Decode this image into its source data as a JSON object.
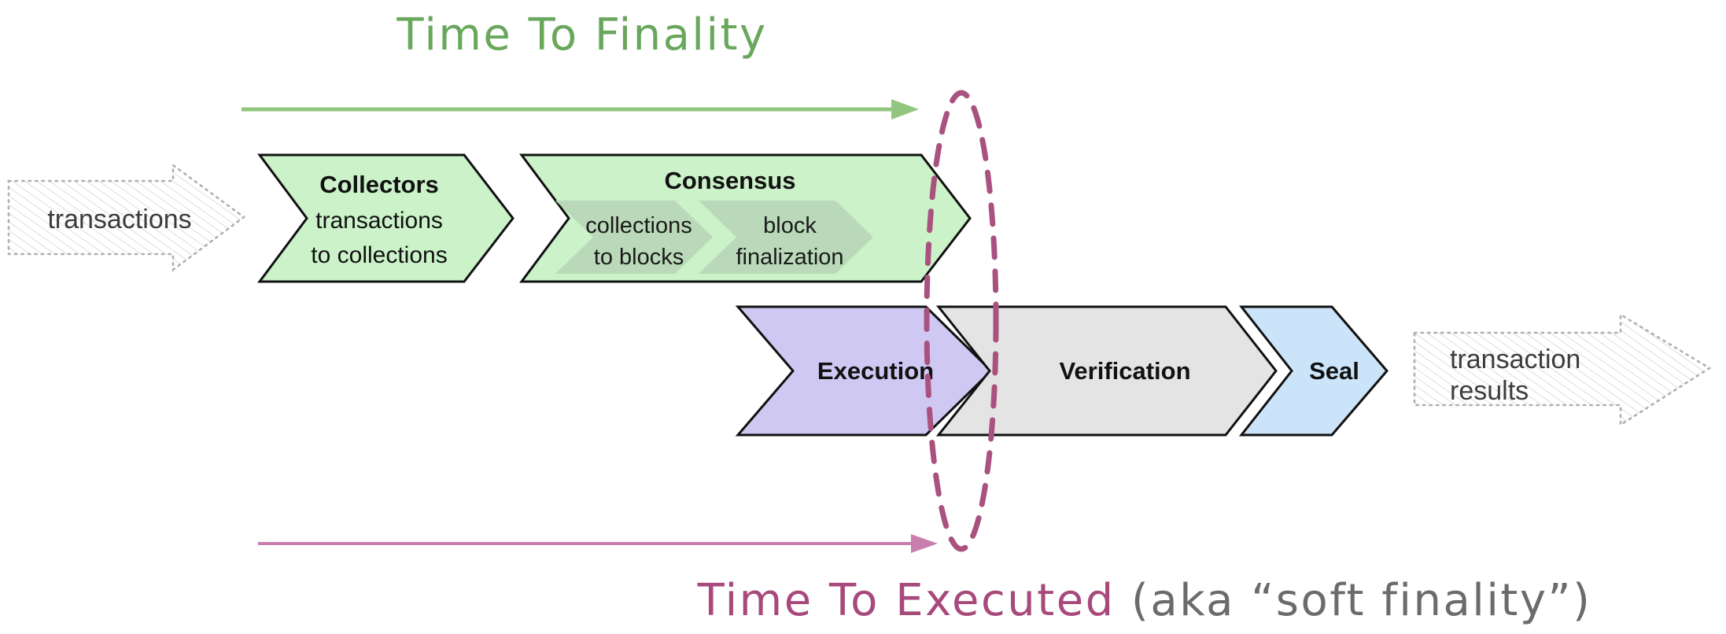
{
  "titles": {
    "finality": "Time To Finality",
    "executed": "Time To Executed",
    "executed_suffix": " (aka “soft finality”)"
  },
  "colors": {
    "finality_green": "#69a75c",
    "finality_arrow": "#92c67f",
    "executed_plum": "#a8497c",
    "executed_suffix_gray": "#6b6b6b",
    "executed_arrow": "#c87fad",
    "ellipse_plum": "#a9527f",
    "chevron_green": "#cbf2c9",
    "chevron_green_sub": "#b9d9b8",
    "chevron_lavender": "#cec8f2",
    "chevron_gray": "#e4e4e4",
    "chevron_blue": "#cbe4f9"
  },
  "io": {
    "input_label": "transactions",
    "output_line1": "transaction",
    "output_line2": "results"
  },
  "stages": {
    "collectors": {
      "title": "Collectors",
      "line1": "transactions",
      "line2": "to collections"
    },
    "consensus": {
      "title": "Consensus",
      "sub1_line1": "collections",
      "sub1_line2": "to blocks",
      "sub2_line1": "block",
      "sub2_line2": "finalization"
    },
    "execution": {
      "title": "Execution"
    },
    "verification": {
      "title": "Verification"
    },
    "seal": {
      "title": "Seal"
    }
  }
}
